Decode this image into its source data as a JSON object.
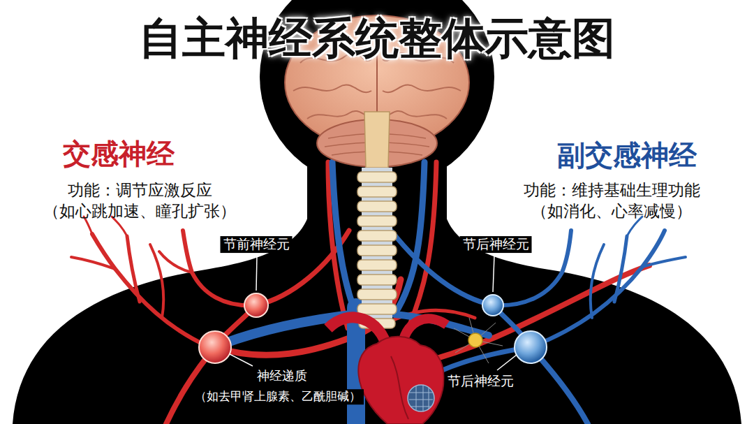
{
  "diagram": {
    "title": "自主神经系统整体示意图",
    "labels": [
      "交感神经",
      "功能：调节应激反应",
      "（如心跳加速、瞳孔扩张）",
      "副交感神经",
      "功能：维持基础生理功能",
      "（如消化、心率减慢）",
      "节前神经元",
      "节后神经元",
      "神经递质",
      "（如去甲肾上腺素、乙酰胆碱）",
      "节后神经元"
    ]
  }
}
